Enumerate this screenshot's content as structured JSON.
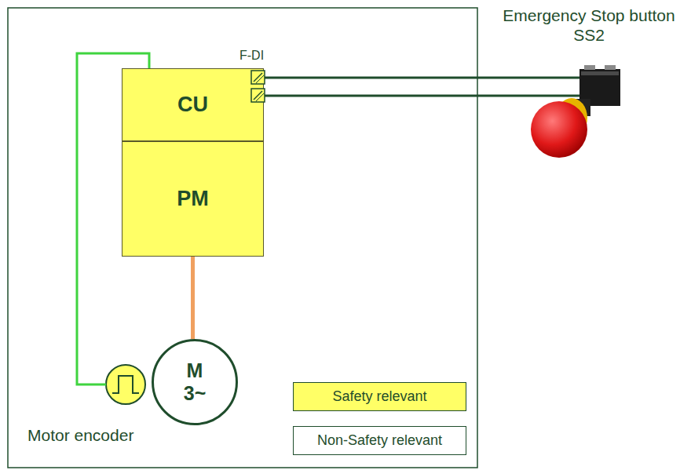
{
  "diagram": {
    "nodes": [
      {
        "text": [
          "CU"
        ]
      },
      {
        "text": [
          "PM"
        ]
      },
      {
        "text": [
          "M 3~"
        ]
      },
      {
        "text": [
          "Motor encoder"
        ]
      },
      {
        "text": [
          "Emergency Stop button SS2"
        ]
      }
    ],
    "edges": [
      {
        "from": 0,
        "to": 3,
        "arrow": "none"
      },
      {
        "from": 1,
        "to": 2,
        "arrow": "none"
      },
      {
        "from": 0,
        "to": 4,
        "arrow": "none"
      },
      {
        "from": 0,
        "to": 4,
        "arrow": "none"
      }
    ],
    "labels": [
      "F-DI"
    ],
    "legend": [
      {
        "text": "Safety relevant",
        "color": "#ffff66"
      },
      {
        "text": "Non-Safety relevant",
        "color": "#ffffff"
      }
    ]
  }
}
